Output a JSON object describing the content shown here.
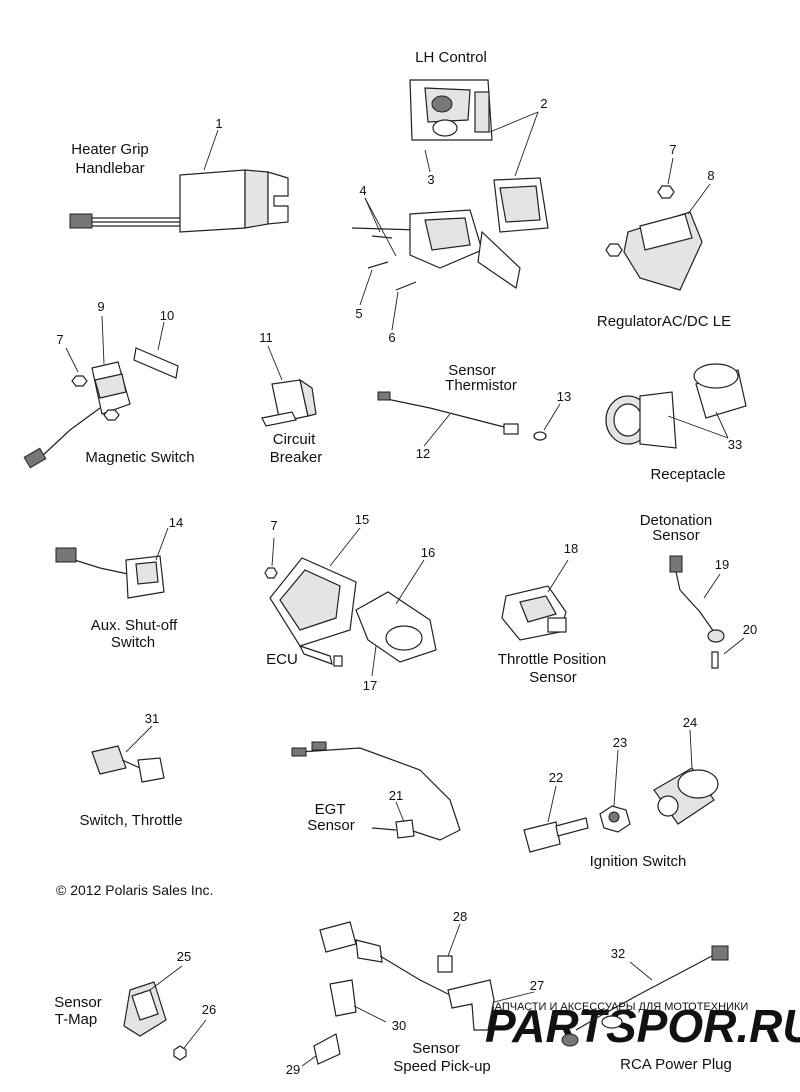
{
  "captions": {
    "lh_control": "LH Control",
    "heater_grip": [
      "Heater Grip",
      "Handlebar"
    ],
    "regulator": "RegulatorAC/DC LE",
    "sensor_thermistor": [
      "Sensor",
      "Thermistor"
    ],
    "magnetic_switch": "Magnetic Switch",
    "circuit_breaker": [
      "Circuit",
      "Breaker"
    ],
    "receptacle": "Receptacle",
    "detonation_sensor": [
      "Detonation",
      "Sensor"
    ],
    "aux_shutoff": [
      "Aux. Shut-off",
      "Switch"
    ],
    "ecu": "ECU",
    "throttle_position": [
      "Throttle Position",
      "Sensor"
    ],
    "switch_throttle": "Switch, Throttle",
    "egt_sensor": [
      "EGT",
      "Sensor"
    ],
    "ignition_switch": "Ignition Switch",
    "sensor_tmap": [
      "Sensor",
      "T-Map"
    ],
    "sensor_speed": [
      "Sensor",
      "Speed Pick-up"
    ],
    "rca_power_plug": "RCA Power Plug"
  },
  "copyright": "© 2012 Polaris Sales Inc.",
  "watermark": {
    "small": "ЗАПЧАСТИ И АКСЕССУАРЫ ДЛЯ МОТОТЕХНИКИ",
    "big": "PARTSPOR.RU"
  },
  "callouts": {
    "n1": "1",
    "n2": "2",
    "n3": "3",
    "n4": "4",
    "n5": "5",
    "n6": "6",
    "n7a": "7",
    "n7b": "7",
    "n7c": "7",
    "n8": "8",
    "n9": "9",
    "n10": "10",
    "n11": "11",
    "n12": "12",
    "n13": "13",
    "n14": "14",
    "n15": "15",
    "n16": "16",
    "n17": "17",
    "n18": "18",
    "n19": "19",
    "n20": "20",
    "n21": "21",
    "n22": "22",
    "n23": "23",
    "n24": "24",
    "n25": "25",
    "n26": "26",
    "n27": "27",
    "n28": "28",
    "n29": "29",
    "n30": "30",
    "n31": "31",
    "n32": "32",
    "n33": "33"
  }
}
